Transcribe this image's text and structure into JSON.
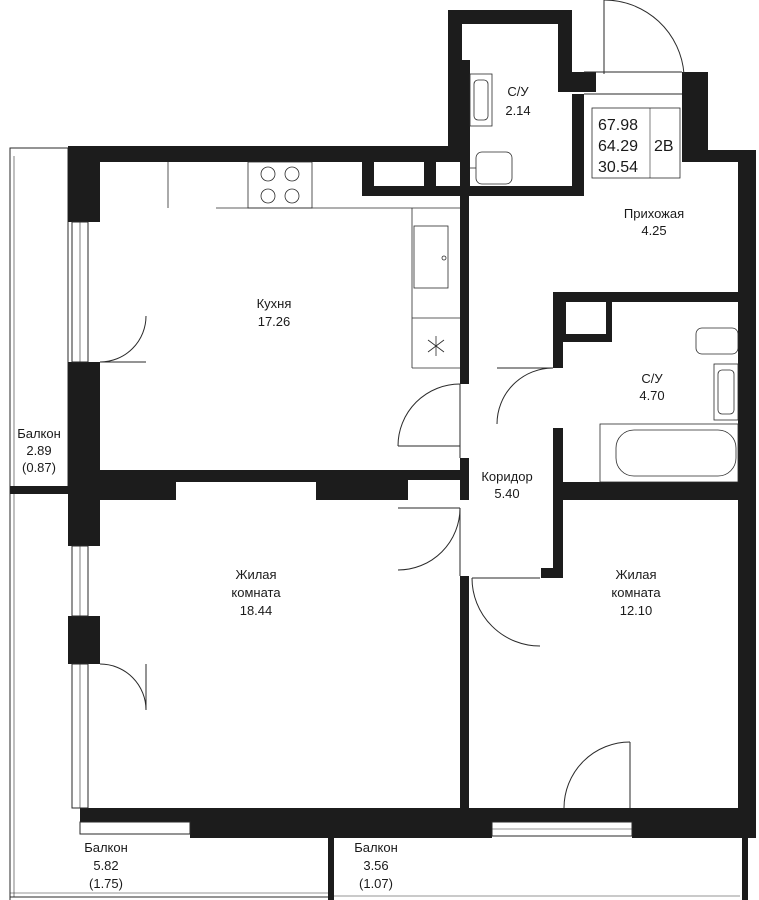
{
  "rooms": {
    "su_top": {
      "name": "С/У",
      "area": "2.14"
    },
    "hallway": {
      "name": "Прихожая",
      "area": "4.25"
    },
    "kitchen": {
      "name": "Кухня",
      "area": "17.26"
    },
    "su_mid": {
      "name": "С/У",
      "area": "4.70"
    },
    "corridor": {
      "name": "Коридор",
      "area": "5.40"
    },
    "living1": {
      "line1": "Жилая",
      "line2": "комната",
      "area": "18.44"
    },
    "living2": {
      "line1": "Жилая",
      "line2": "комната",
      "area": "12.10"
    },
    "balcony_left": {
      "name": "Балкон",
      "area": "2.89",
      "coef": "(0.87)"
    },
    "balcony_b1": {
      "name": "Балкон",
      "area": "5.82",
      "coef": "(1.75)"
    },
    "balcony_b2": {
      "name": "Балкон",
      "area": "3.56",
      "coef": "(1.07)"
    }
  },
  "areas_box": {
    "total": "67.98",
    "living": "64.29",
    "residential": "30.54",
    "type": "2В"
  }
}
